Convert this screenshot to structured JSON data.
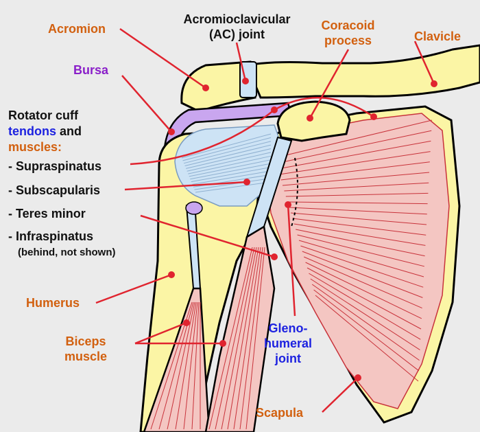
{
  "colors": {
    "background": "#ebebeb",
    "bone": "#fbf5a5",
    "muscle": "#f4c6c2",
    "muscle_line": "#c8323a",
    "tendon": "#cde3f5",
    "bursa": "#c9a6ef",
    "leader": "#e0242f",
    "label_orange": "#d2600f",
    "label_blue": "#1d22e0",
    "label_purple": "#8a1fc9"
  },
  "labels": {
    "acromion": "Acromion",
    "ac_joint_line1": "Acromioclavicular",
    "ac_joint_line2": "(AC) joint",
    "coracoid_line1": "Coracoid",
    "coracoid_line2": "process",
    "clavicle": "Clavicle",
    "bursa": "Bursa",
    "rotator_line1": "Rotator cuff",
    "rotator_tendons": "tendons",
    "rotator_and": " and",
    "rotator_muscles": "muscles:",
    "supraspinatus": "- Supraspinatus",
    "subscapularis": "- Subscapularis",
    "teres_minor": "- Teres minor",
    "infraspinatus": "- Infraspinatus",
    "infraspinatus_note": "(behind, not shown)",
    "humerus": "Humerus",
    "biceps_line1": "Biceps",
    "biceps_line2": "muscle",
    "gleno_line1": "Gleno-",
    "gleno_line2": "humeral",
    "gleno_line3": "joint",
    "scapula": "Scapula"
  }
}
